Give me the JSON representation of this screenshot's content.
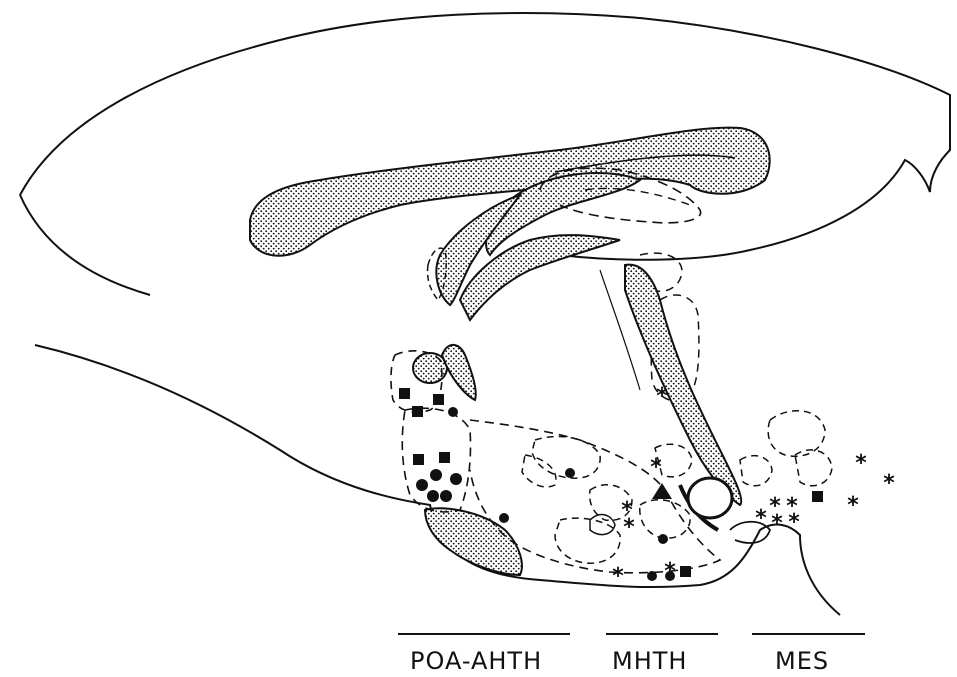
{
  "figure": {
    "regions": [
      {
        "label": "POA-AHTH"
      },
      {
        "label": "MHTH"
      },
      {
        "label": "MES"
      }
    ],
    "markers": {
      "filled_square": "square-marker",
      "filled_circle": "circle-marker",
      "asterisk": "asterisk-marker",
      "filled_triangle": "triangle-marker"
    },
    "colors": {
      "ink": "#111111",
      "background": "#ffffff"
    }
  }
}
